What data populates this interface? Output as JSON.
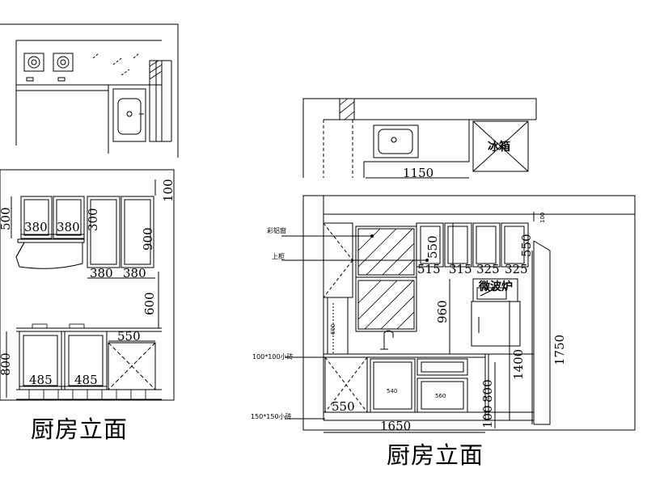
{
  "titles": {
    "left": "厨房立面",
    "right": "厨房立面"
  },
  "left_elevation": {
    "dims": {
      "top_gap": "100",
      "upper_height": "500",
      "upper_w1": "380",
      "upper_w2": "380",
      "upper_h3": "300",
      "upper_h4": "900",
      "bottom_w1": "380",
      "bottom_w2": "380",
      "counter_gap": "600",
      "corner_w": "550",
      "base_height": "800",
      "base_w1": "485",
      "base_w2": "485"
    }
  },
  "right_elevation": {
    "dims": {
      "plan_width": "1150",
      "top_gap": "100",
      "upper_h": "550",
      "upper_h2": "550",
      "upper_w1": "515",
      "upper_w2": "315",
      "upper_w3": "325",
      "upper_w4": "325",
      "window_h": "960",
      "window_h2": "600",
      "fridge_h": "1400",
      "wall_h": "1750",
      "base_h": "800",
      "plinth": "100",
      "left_w": "550",
      "total_w": "1650",
      "drawer1": "540",
      "drawer2": "560"
    },
    "labels": {
      "fridge": "冰箱",
      "microwave": "微波炉",
      "leader1": "彩铝窗",
      "leader2": "上柜",
      "leader3": "100*100小砖",
      "leader4": "150*150小砖"
    }
  }
}
